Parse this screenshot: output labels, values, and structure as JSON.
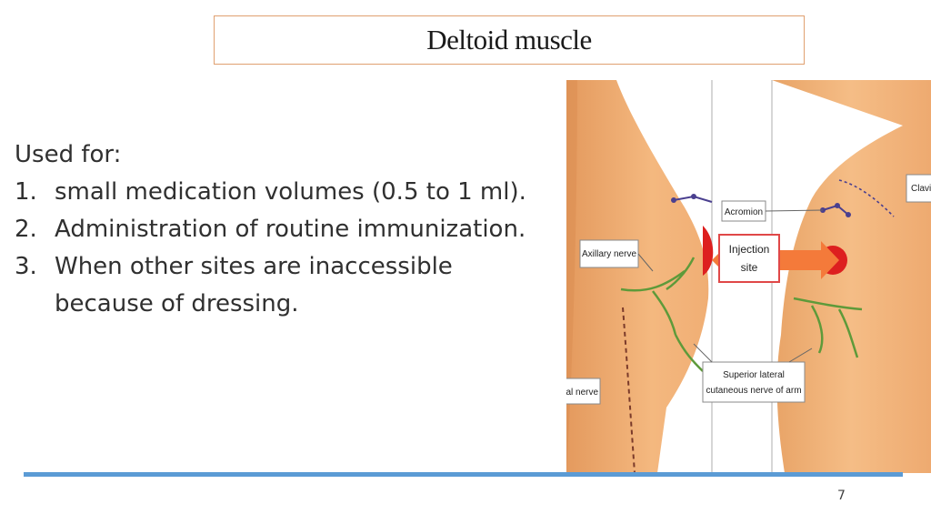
{
  "slide": {
    "title": "Deltoid muscle",
    "intro": "Used for:",
    "items": [
      {
        "num": "1.",
        "text": "small medication volumes (0.5 to 1  ml)."
      },
      {
        "num": "2.",
        "text": "Administration of routine immunization."
      },
      {
        "num": "3.",
        "text": "When other sites are inaccessible"
      }
    ],
    "item3_cont": "because of dressing.",
    "page_number": "7"
  },
  "figure": {
    "labels": {
      "axillary": "Axillary nerve",
      "acromion": "Acromion",
      "injection_l1": "Injection",
      "injection_l2": "site",
      "clavicle": "Clavi",
      "radial": "Radial nerve",
      "superior_l1": "Superior lateral",
      "superior_l2": "cutaneous nerve of arm"
    },
    "colors": {
      "skin": "#f2b27a",
      "nerve": "#5e9a3a",
      "injection_dot": "#dd1f1f",
      "arrow": "#f47a3a",
      "bar": "#5b9bd5"
    }
  }
}
